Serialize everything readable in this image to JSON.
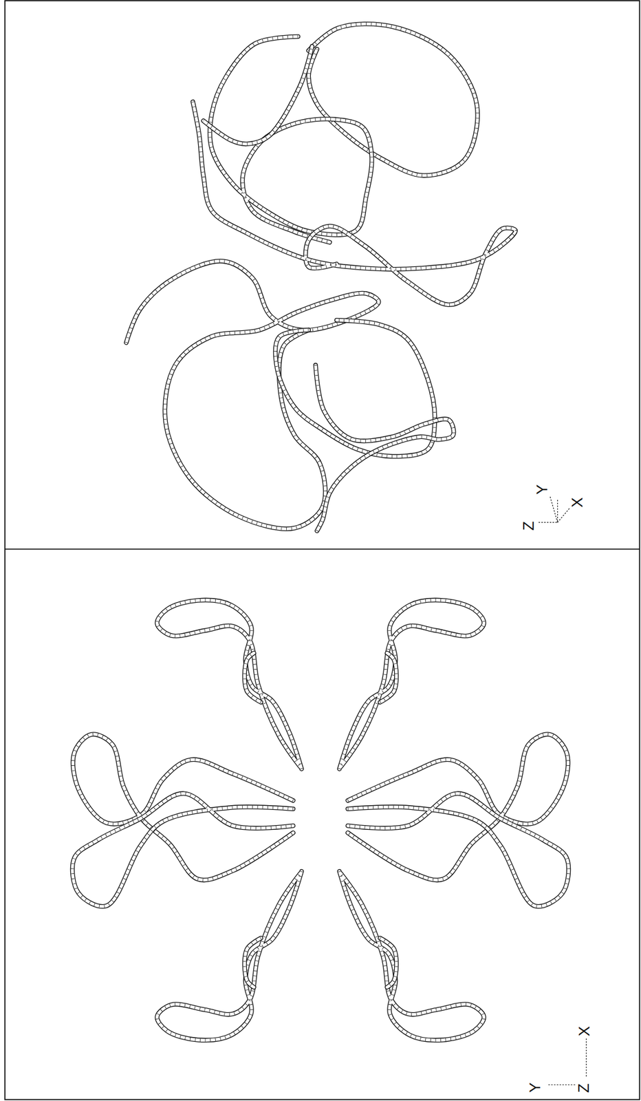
{
  "diagram": {
    "labels": [
      "Z",
      "Y",
      "X",
      "Y",
      "Z",
      "X"
    ]
  }
}
